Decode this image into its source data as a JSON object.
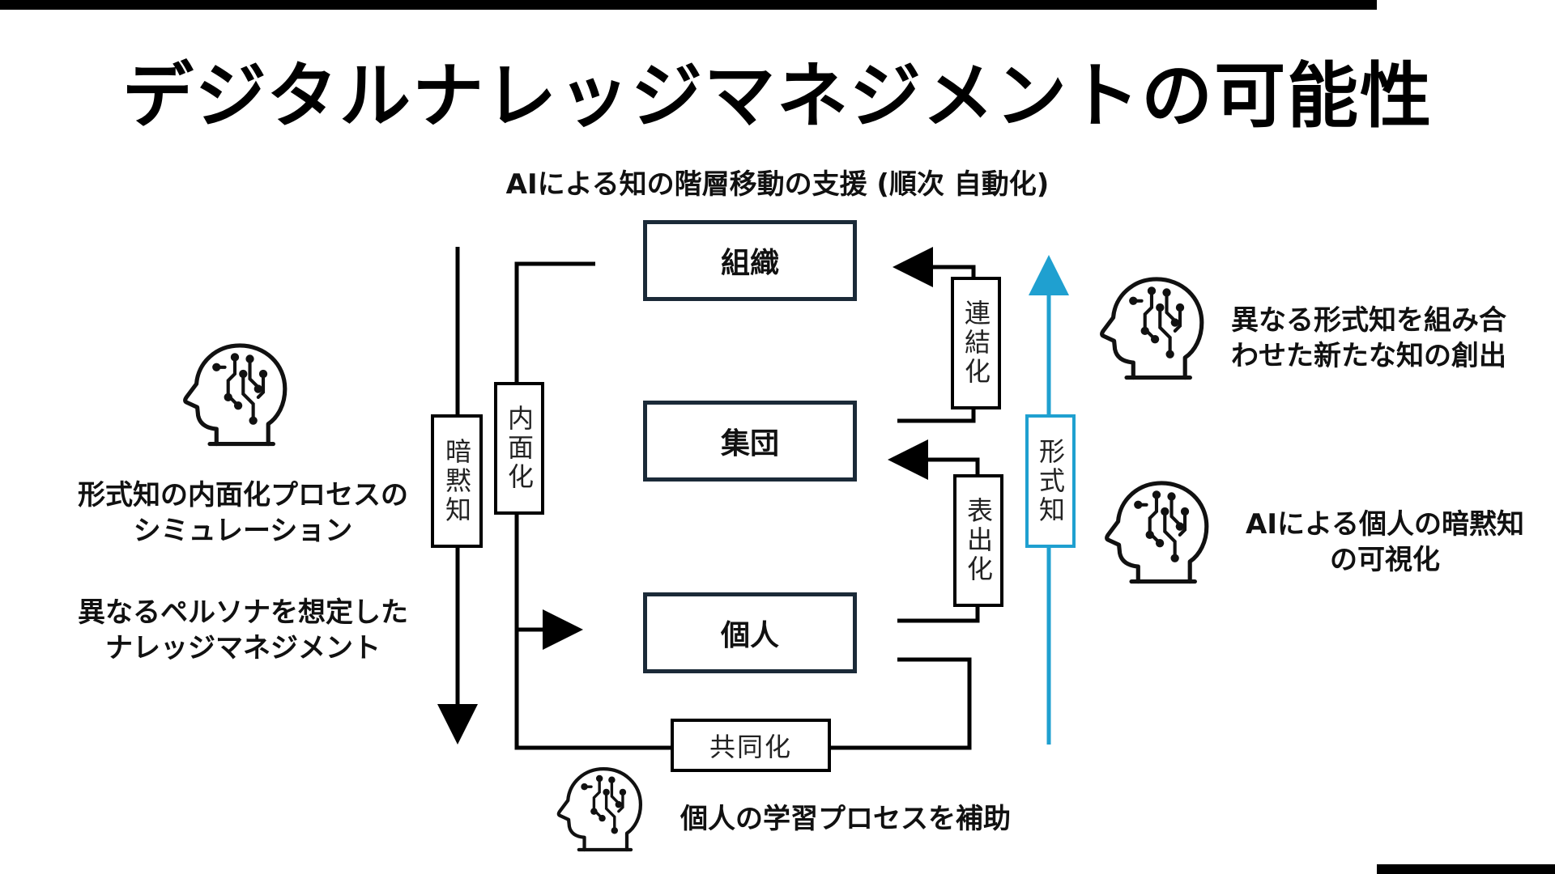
{
  "title": "デジタルナレッジマネジメントの可能性",
  "subtitle": "AIによる知の階層移動の支援 (順次 自動化)",
  "levels": {
    "organization": "組織",
    "group": "集団",
    "individual": "個人"
  },
  "processes": {
    "tacit": "暗黙知",
    "internalization": "内面化",
    "combination": "連結化",
    "explicit": "形式知",
    "externalization": "表出化",
    "socialization": "共同化"
  },
  "left_labels": {
    "simulation_line1": "形式知の内面化プロセスの",
    "simulation_line2": "シミュレーション",
    "persona_line1": "異なるペルソナを想定した",
    "persona_line2": "ナレッジマネジメント"
  },
  "right_labels": {
    "combine_line1": "異なる形式知を組み合",
    "combine_line2": "わせた新たな知の創出",
    "visualize_line1": "AIによる個人の暗黙知",
    "visualize_line2": "の可視化"
  },
  "bottom_label": "個人の学習プロセスを補助",
  "colors": {
    "explicit_arrow": "#1fa0d0",
    "box_border": "#1b2a38"
  },
  "icons": {
    "ai_head": "ai-head-icon"
  }
}
